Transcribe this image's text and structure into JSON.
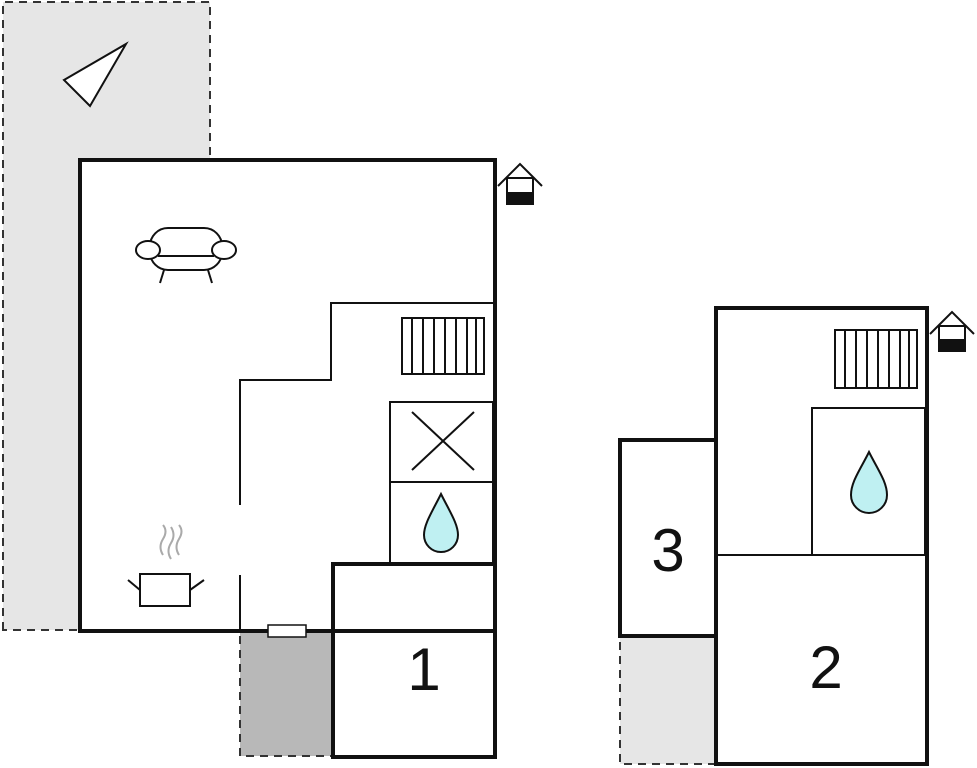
{
  "rooms": [
    {
      "label": "1"
    },
    {
      "label": "2"
    },
    {
      "label": "3"
    }
  ],
  "icons": {
    "compass": "compass-arrow-icon",
    "sofa": "sofa-icon",
    "stove": "cooking-pot-icon",
    "radiator": "radiator-icon",
    "shower": "water-drop-icon",
    "wc": "toilet-cross-icon",
    "entrance": "house-entrance-icon"
  },
  "colors": {
    "terrace": "#e6e6e6",
    "porch": "#b8b8b8",
    "water": "#bff0f2",
    "wall": "#111111"
  }
}
